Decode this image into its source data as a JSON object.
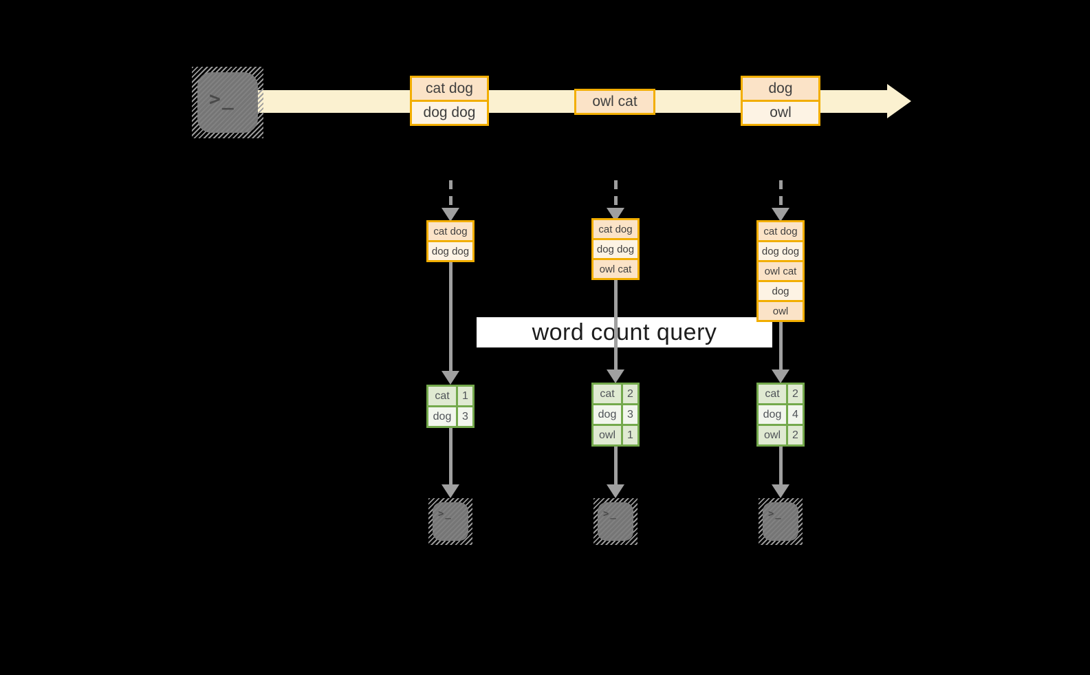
{
  "banner": {
    "label": "word count query"
  },
  "terminal": {
    "glyph": ">_"
  },
  "stream": {
    "batches": [
      {
        "records": [
          "cat dog",
          "dog dog"
        ]
      },
      {
        "records": [
          "owl cat"
        ]
      },
      {
        "records": [
          "dog",
          "owl"
        ]
      }
    ]
  },
  "consumers": [
    {
      "buffer": [
        "cat dog",
        "dog dog"
      ],
      "counts": [
        {
          "word": "cat",
          "value": "1"
        },
        {
          "word": "dog",
          "value": "3"
        }
      ]
    },
    {
      "buffer": [
        "cat dog",
        "dog dog",
        "owl cat"
      ],
      "counts": [
        {
          "word": "cat",
          "value": "2"
        },
        {
          "word": "dog",
          "value": "3"
        },
        {
          "word": "owl",
          "value": "1"
        }
      ]
    },
    {
      "buffer": [
        "cat dog",
        "dog dog",
        "owl cat",
        "dog",
        "owl"
      ],
      "counts": [
        {
          "word": "cat",
          "value": "2"
        },
        {
          "word": "dog",
          "value": "4"
        },
        {
          "word": "owl",
          "value": "2"
        }
      ]
    }
  ],
  "colors": {
    "background": "#000000",
    "stream_band": "#FBF1D0",
    "record_border": "#F2AE00",
    "record_fill_dark": "#FBE3C7",
    "record_fill_light": "#FDF3E4",
    "table_border": "#74A94C",
    "table_row_dark": "#E0EAD2",
    "table_row_light": "#F2F6ED",
    "arrow_gray": "#9E9E9E",
    "terminal_gray": "#7B7B7B",
    "banner_bg": "#FFFFFF"
  }
}
